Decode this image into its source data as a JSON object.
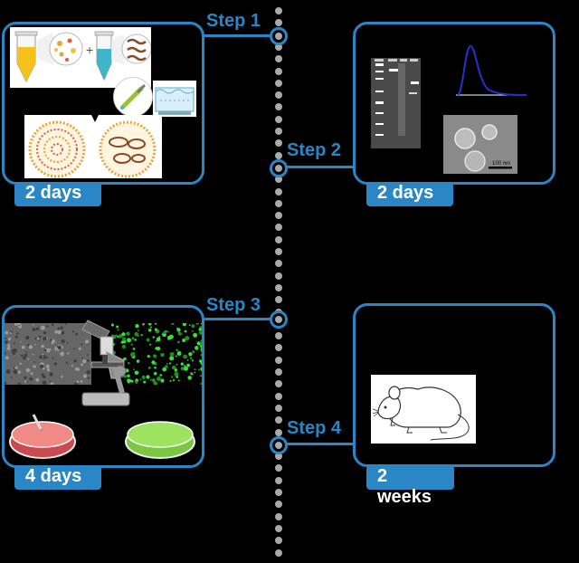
{
  "steps": [
    {
      "label": "Step 1",
      "duration": "2 days"
    },
    {
      "label": "Step 2",
      "duration": "2 days"
    },
    {
      "label": "Step 3",
      "duration": "4 days"
    },
    {
      "label": "Step 4",
      "duration": "2 weeks"
    }
  ],
  "step2": {
    "scale_bar_label": "100 nm"
  },
  "colors": {
    "accent": "#2a86c4",
    "timeline": "#a9a9a9",
    "background": "#000000"
  }
}
